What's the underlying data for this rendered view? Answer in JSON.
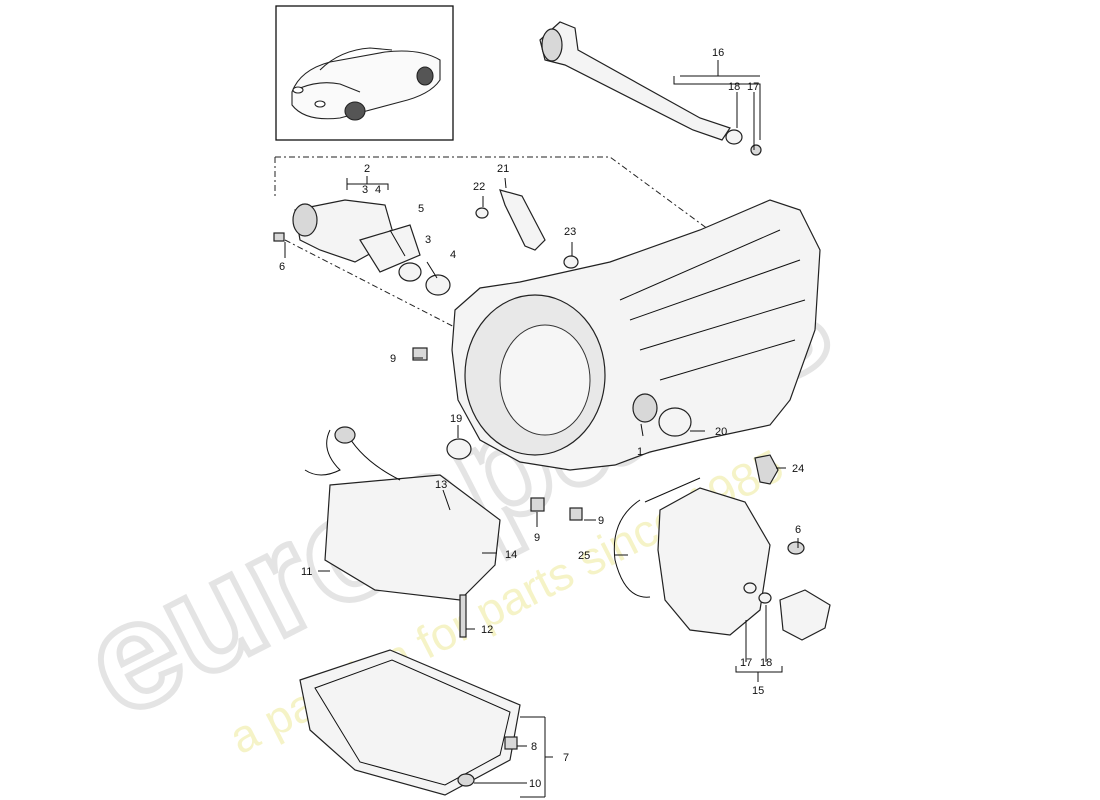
{
  "watermark": {
    "brand": "eurospares",
    "tagline": "a passion for parts since 1985",
    "brand_color": "#d9d9d9",
    "tagline_color": "#f3f0a6"
  },
  "labels": {
    "l2": "2",
    "l3a": "3",
    "l4a": "4",
    "l3b": "3",
    "l4b": "4",
    "l5": "5",
    "l6a": "6",
    "l9a": "9",
    "l19": "19",
    "l22": "22",
    "l21": "21",
    "l23": "23",
    "l16": "16",
    "l18a": "18",
    "l17a": "17",
    "l1": "1",
    "l20": "20",
    "l24": "24",
    "l13": "13",
    "l14": "14",
    "l11": "11",
    "l9b": "9",
    "l9c": "9",
    "l25": "25",
    "l6b": "6",
    "l12": "12",
    "l17b": "17",
    "l18b": "18",
    "l15": "15",
    "l7": "7",
    "l8": "8",
    "l10": "10"
  },
  "icons": {
    "car": "car-thumbnail-icon"
  }
}
